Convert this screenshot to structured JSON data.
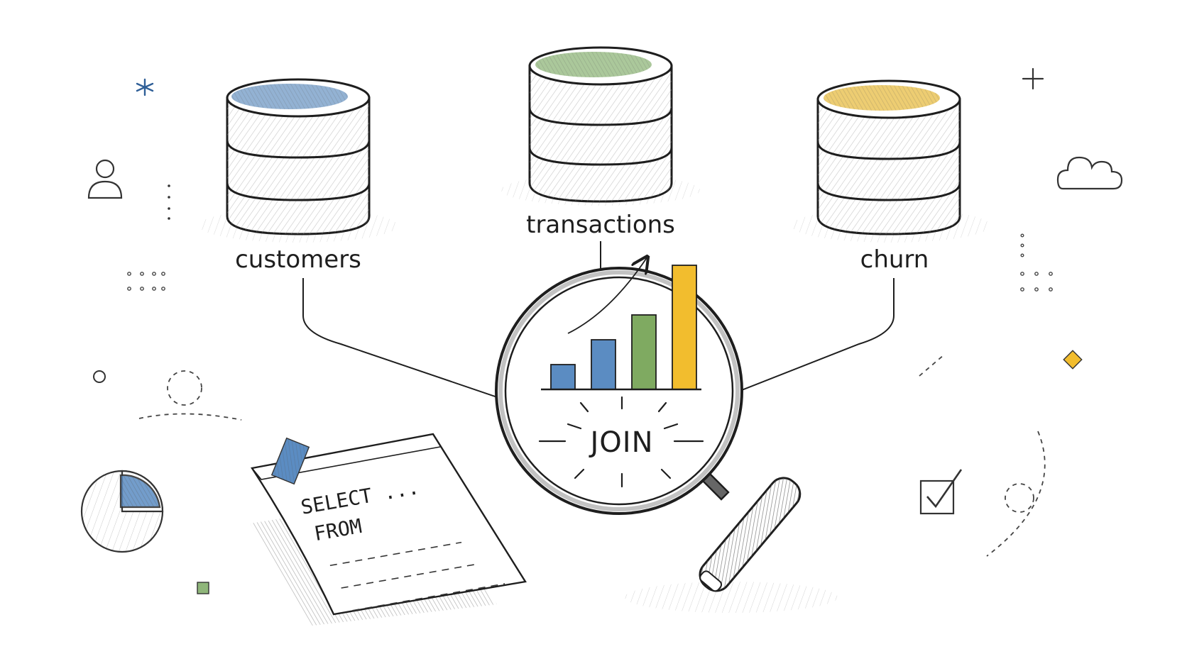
{
  "diagram": {
    "tables": [
      {
        "label": "customers",
        "color": "#6f98c4"
      },
      {
        "label": "transactions",
        "color": "#8fb67a"
      },
      {
        "label": "churn",
        "color": "#e8c04f"
      }
    ],
    "center_label": "JOIN",
    "sql_note": {
      "line1": "SELECT ...",
      "line2": "FROM"
    },
    "bar_chart": {
      "bars": [
        {
          "value": 1,
          "color": "#5b8cc2"
        },
        {
          "value": 2,
          "color": "#5b8cc2"
        },
        {
          "value": 3,
          "color": "#7faa61"
        },
        {
          "value": 5,
          "color": "#f2bd2e"
        }
      ]
    },
    "colors": {
      "ink": "#1e1e1e",
      "blue": "#5b8cc2",
      "green": "#7faa61",
      "yellow": "#f2bd2e"
    }
  }
}
